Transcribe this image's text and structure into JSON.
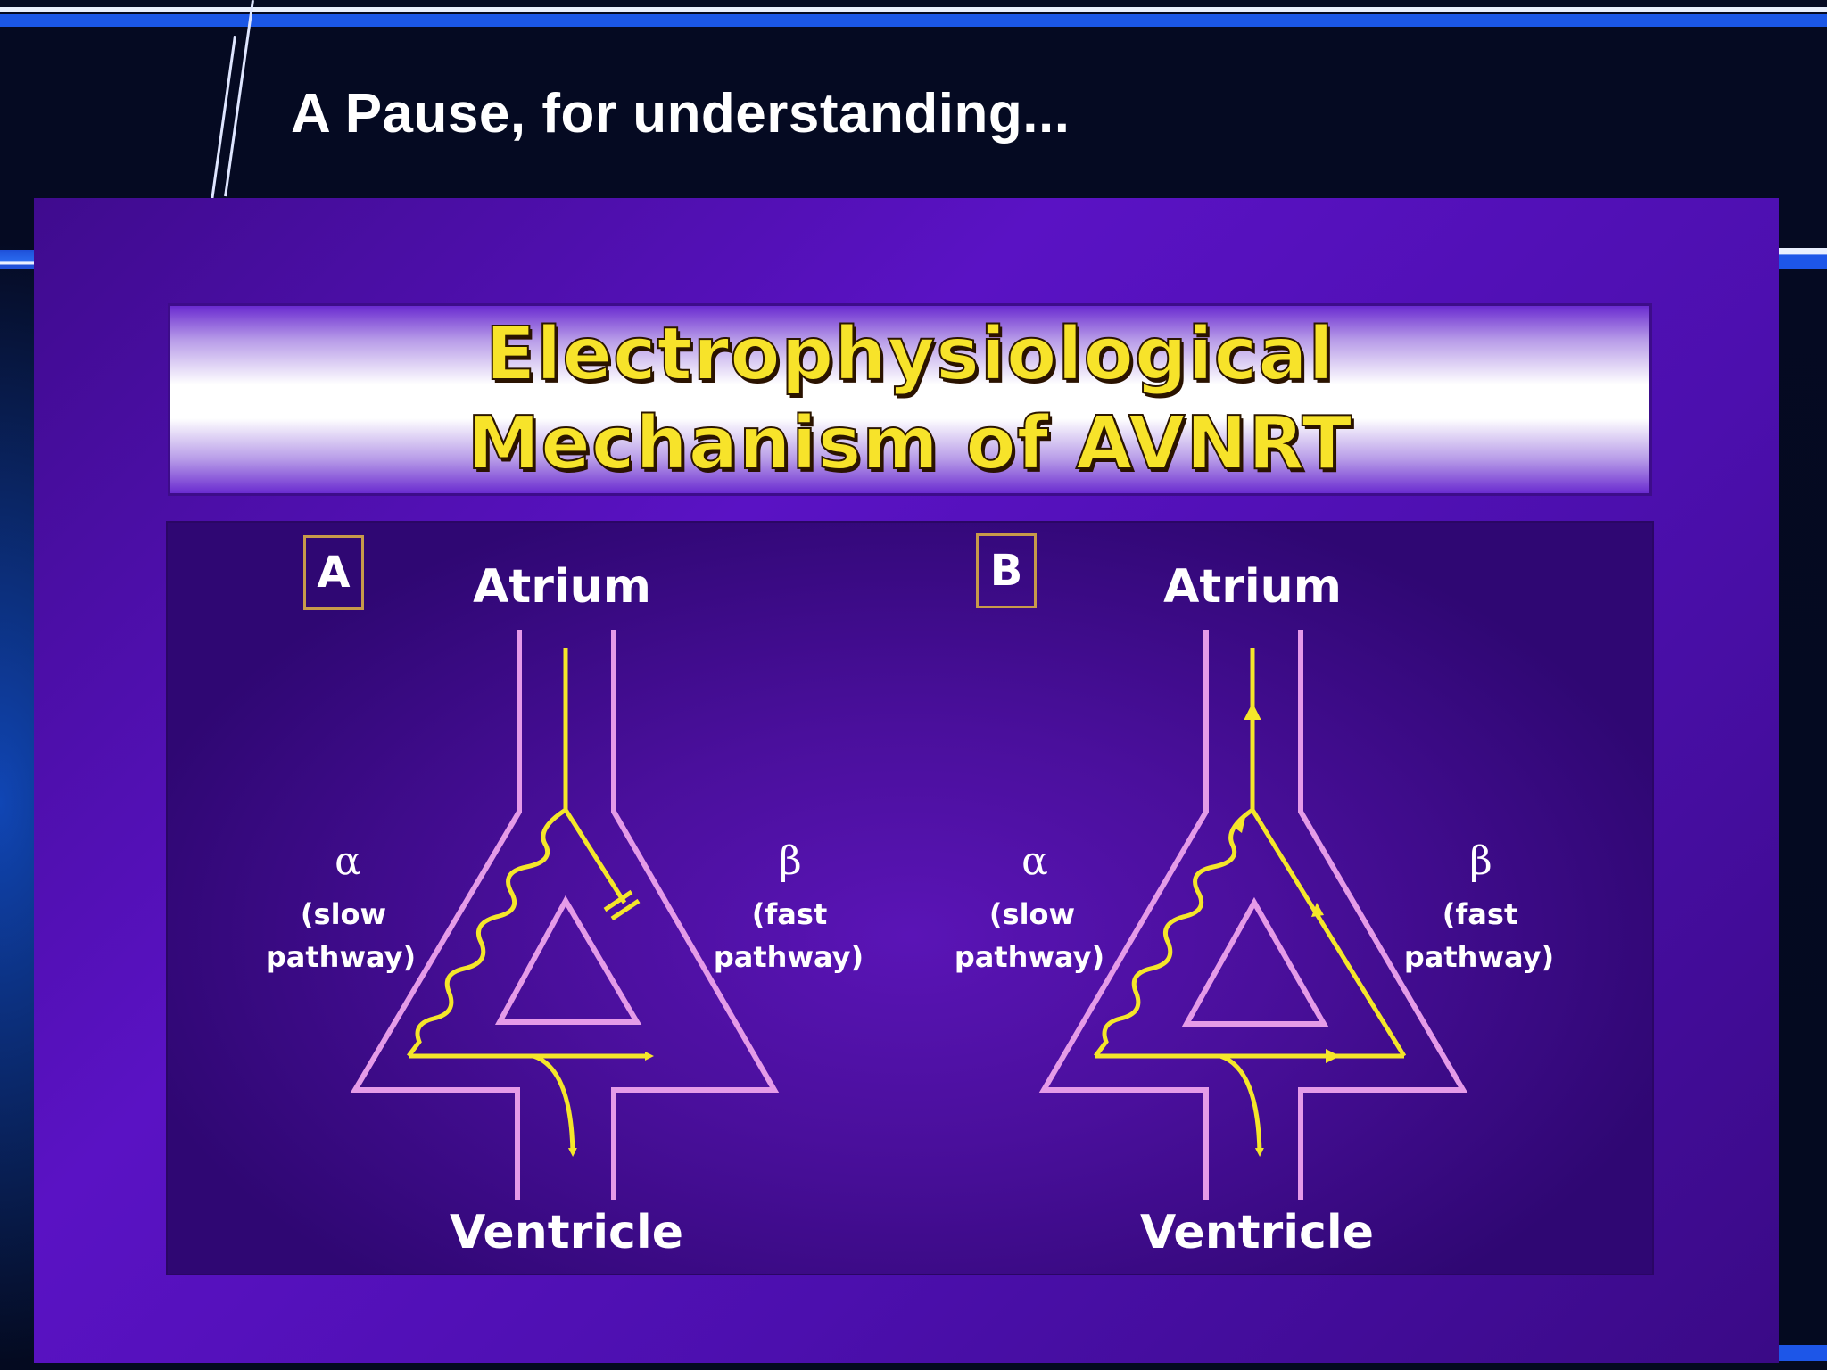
{
  "slide": {
    "title": "A Pause, for understanding..."
  },
  "figure": {
    "title_line1": "Electrophysiological",
    "title_line2": "Mechanism of AVNRT",
    "panels": [
      {
        "badge": "A",
        "top_label": "Atrium",
        "bottom_label": "Ventricle",
        "left_symbol": "α",
        "left_desc_line1": "(slow",
        "left_desc_line2": "pathway)",
        "right_symbol": "β",
        "right_desc_line1": "(fast",
        "right_desc_line2": "pathway)"
      },
      {
        "badge": "B",
        "top_label": "Atrium",
        "bottom_label": "Ventricle",
        "left_symbol": "α",
        "left_desc_line1": "(slow",
        "left_desc_line2": "pathway)",
        "right_symbol": "β",
        "right_desc_line1": "(fast",
        "right_desc_line2": "pathway)"
      }
    ]
  },
  "colors": {
    "panel_purple": "#5a12c4",
    "pathway_pink": "#e59be8",
    "impulse_yellow": "#f5e62a",
    "title_yellow": "#f7e32a",
    "accent_blue": "#1b57e6"
  }
}
